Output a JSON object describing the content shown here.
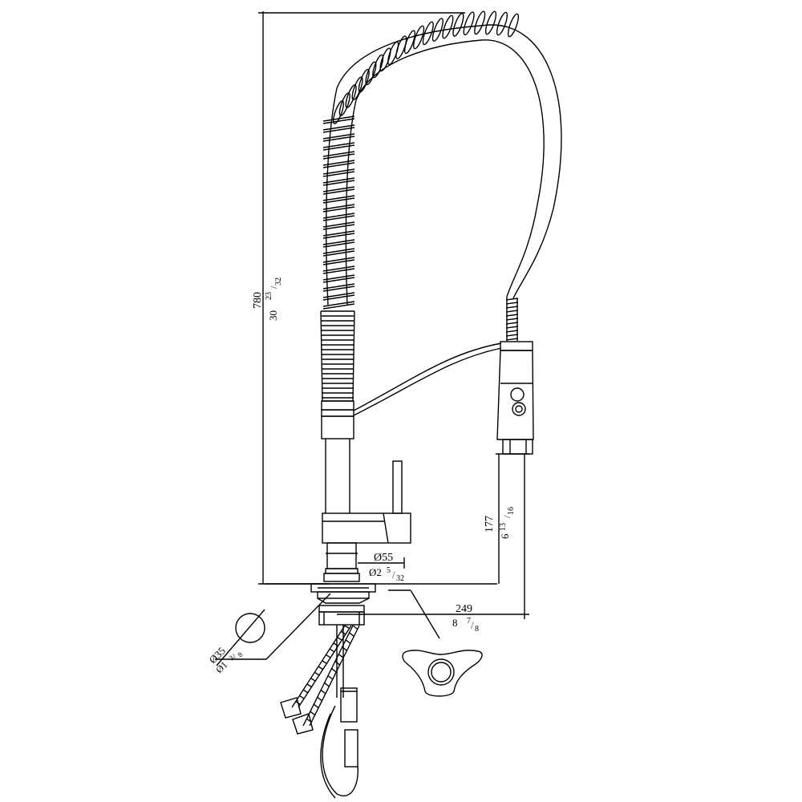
{
  "drawing": {
    "subject": "pull-down spring faucet technical drawing",
    "colors": {
      "line": "#000000",
      "fraction": "#1f3a8a",
      "background": "#ffffff"
    }
  },
  "dimensions": {
    "height": {
      "mm": "780",
      "inch_whole": "30",
      "inch_num": "23",
      "inch_den": "32"
    },
    "spray_height": {
      "mm": "177",
      "inch_whole": "6",
      "inch_num": "13",
      "inch_den": "16"
    },
    "body_diameter": {
      "mm": "Ø55",
      "inch_whole": "Ø2",
      "inch_num": "5",
      "inch_den": "32"
    },
    "reach": {
      "mm": "249",
      "inch_whole": "8",
      "inch_num": "7",
      "inch_den": "8"
    },
    "hole_diameter": {
      "mm": "Ø35",
      "inch_whole": "Ø1",
      "inch_num": "3",
      "inch_den": "8"
    }
  }
}
